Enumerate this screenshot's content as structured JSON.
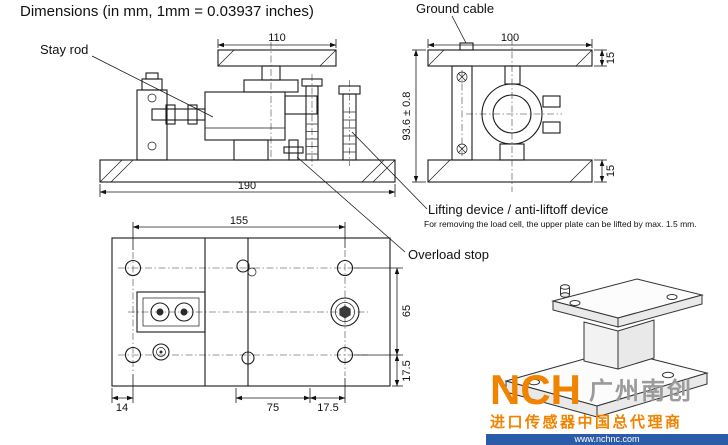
{
  "title": "Dimensions (in mm, 1mm = 0.03937 inches)",
  "callouts": {
    "stay_rod": "Stay rod",
    "ground_cable": "Ground cable",
    "lifting_device": "Lifting device / anti-liftoff device",
    "lifting_device_note": "For removing the load cell, the upper plate can be lifted by max. 1.5 mm.",
    "overload_stop": "Overload stop"
  },
  "views": {
    "front": {
      "top_plate_width": "110",
      "base_plate_width": "190"
    },
    "side": {
      "top_plate_width": "100",
      "top_plate_thickness": "15",
      "overall_height": "93.6 ± 0.8",
      "base_plate_thickness": "15"
    },
    "plan": {
      "width": "155",
      "height": "65",
      "edge_offset_vertical": "17.5",
      "edge_offset_left": "14",
      "center_span": "75",
      "edge_offset_bottom": "17.5"
    }
  },
  "watermark": {
    "logo": "NCH",
    "company": "广州南创",
    "tagline": "进口传感器中国总代理商",
    "url": "www.nchnc.com",
    "colors": {
      "accent_orange": "#f08300",
      "bar_blue": "#2b5caa",
      "company_gray": "#9b9b9b"
    }
  }
}
